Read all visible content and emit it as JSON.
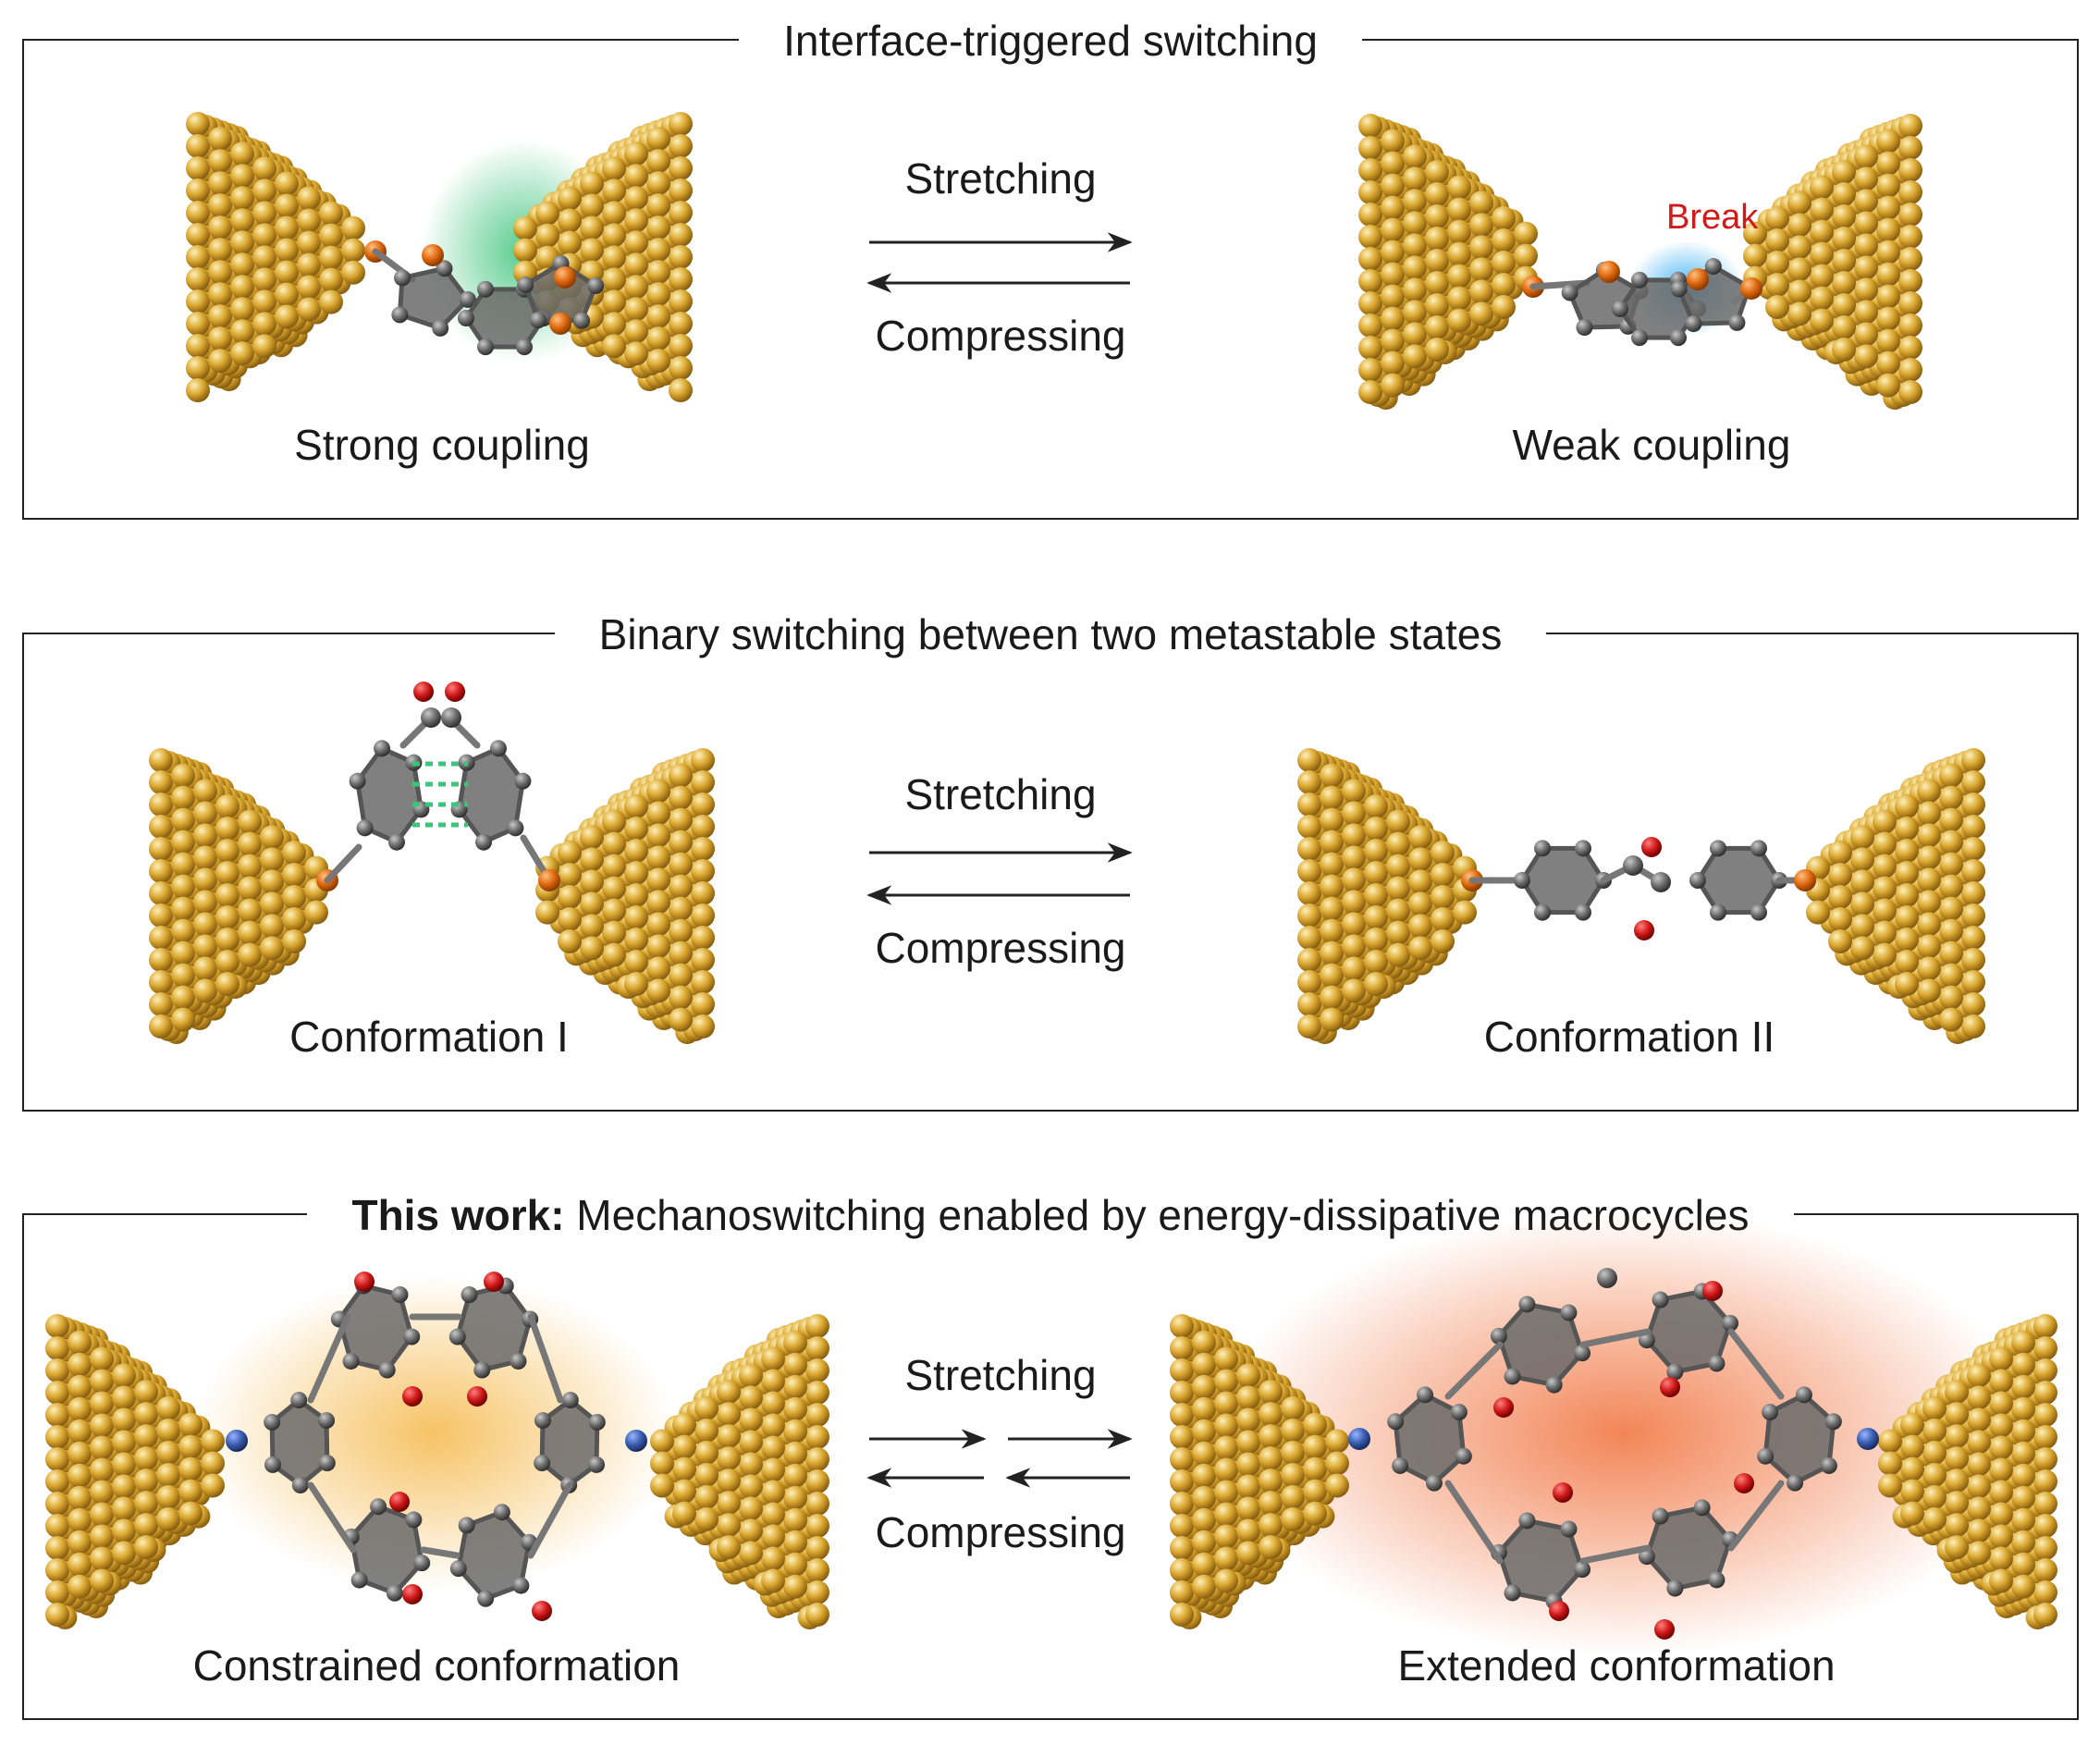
{
  "panels": [
    {
      "title": "Interface-triggered switching",
      "left_label": "Strong coupling",
      "right_label": "Weak coupling",
      "forward": "Stretching",
      "backward": "Compressing",
      "annotation": "Break"
    },
    {
      "title": "Binary switching between two metastable states",
      "left_label": "Conformation I",
      "right_label": "Conformation II",
      "forward": "Stretching",
      "backward": "Compressing"
    },
    {
      "title_bold": "This work:",
      "title": " Mechanoswitching enabled by energy-dissipative macrocycles",
      "left_label": "Constrained conformation",
      "right_label": "Extended conformation",
      "forward": "Stretching",
      "backward": "Compressing"
    }
  ],
  "colors": {
    "gold": "#d9a62e",
    "sulfur": "#e06a10",
    "carbon": "#6e6e6e",
    "oxygen": "#d11a1a",
    "nitrogen": "#3a5fb0",
    "break_text": "#d11a1a",
    "green_glow": "#3cc47a",
    "blue_glow": "#29a8f0",
    "orange_glow": "#f5b84a",
    "red_glow": "#f0703a"
  }
}
